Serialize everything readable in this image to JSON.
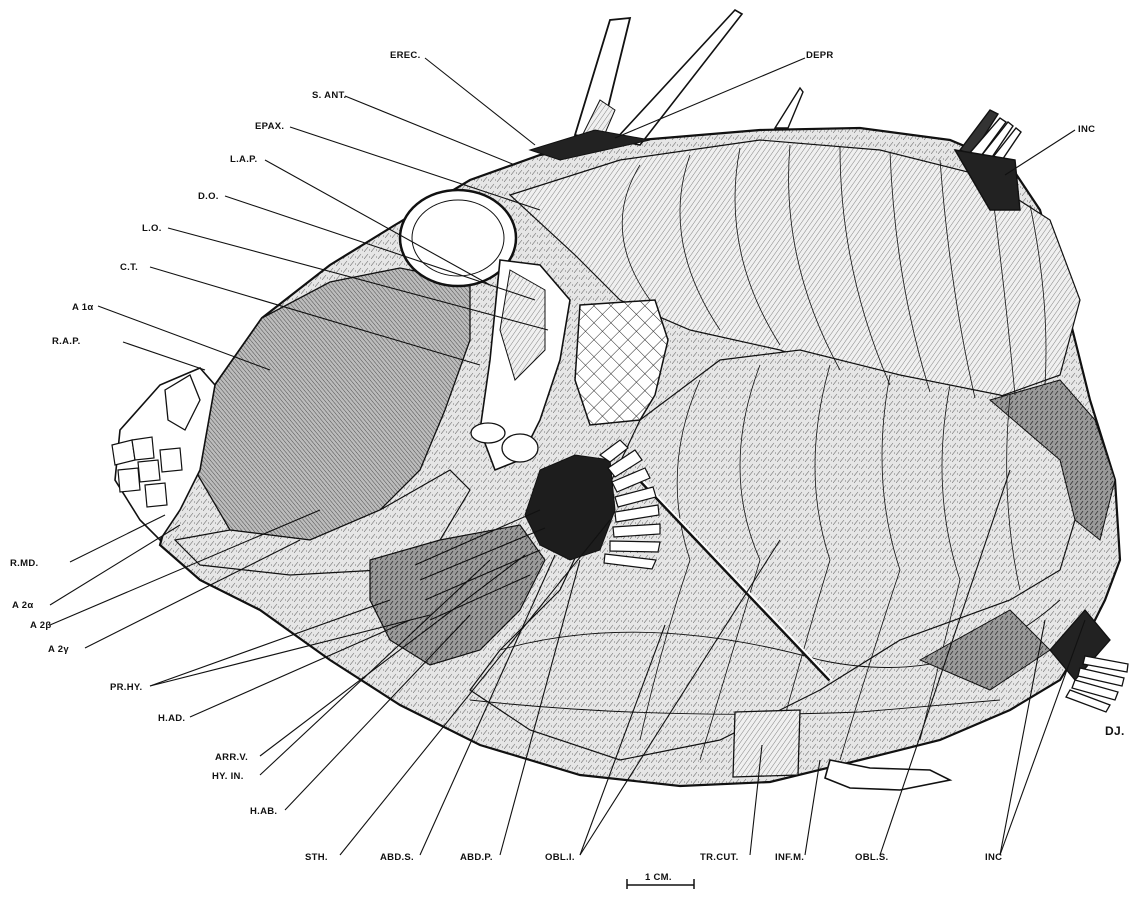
{
  "labels": {
    "erec": "EREC.",
    "depr": "DEPR",
    "s_ant": "S. ANT.",
    "epax": "EPAX.",
    "inc_top": "INC",
    "lap": "L.A.P.",
    "do": "D.O.",
    "lo": "L.O.",
    "ct": "C.T.",
    "a1a": "A 1α",
    "rap": "R.A.P.",
    "rmd": "R.MD.",
    "a2a": "A 2α",
    "a2b": "A 2β",
    "a2g": "A 2γ",
    "prhy": "PR.HY.",
    "had": "H.AD.",
    "arrv": "ARR.V.",
    "hyin": "HY. IN.",
    "hab": "H.AB.",
    "sth": "STH.",
    "abds": "ABD.S.",
    "abdp": "ABD.P.",
    "obli": "OBL.I.",
    "trcut": "TR.CUT.",
    "infm": "INF.M.",
    "obls": "OBL.S.",
    "inc_bottom": "INC",
    "signature": "DJ."
  },
  "scale_bar": {
    "label": "1 CM."
  },
  "colors": {
    "ink": "#111111",
    "paper": "#ffffff",
    "muscle_light": "#d9d9d9",
    "muscle_mid": "#a9a9a9",
    "muscle_dark": "#555555"
  }
}
